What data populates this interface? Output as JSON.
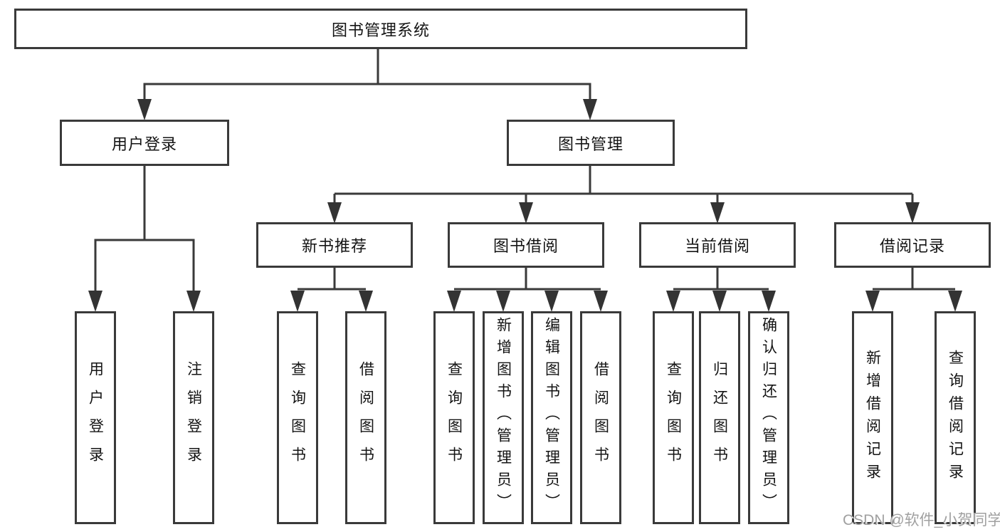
{
  "tree": {
    "root": "图书管理系统",
    "branches": [
      {
        "label": "用户登录",
        "children": [
          "用户登录",
          "注销登录"
        ]
      },
      {
        "label": "图书管理",
        "groups": [
          {
            "label": "新书推荐",
            "children": [
              "查询图书",
              "借阅图书"
            ]
          },
          {
            "label": "图书借阅",
            "children": [
              "查询图书",
              "新增图书（管理员）",
              "编辑图书（管理员）",
              "借阅图书"
            ]
          },
          {
            "label": "当前借阅",
            "children": [
              "查询图书",
              "归还图书",
              "确认归还（管理员）"
            ]
          },
          {
            "label": "借阅记录",
            "children": [
              "新增借阅记录",
              "查询借阅记录"
            ]
          }
        ]
      }
    ]
  },
  "watermark": {
    "text": "CSDN @软件_小贺同学"
  },
  "colors": {
    "line": "#3a3a3a",
    "text": "#141414",
    "watermark": "#a0a0a0",
    "background": "#ffffff"
  }
}
